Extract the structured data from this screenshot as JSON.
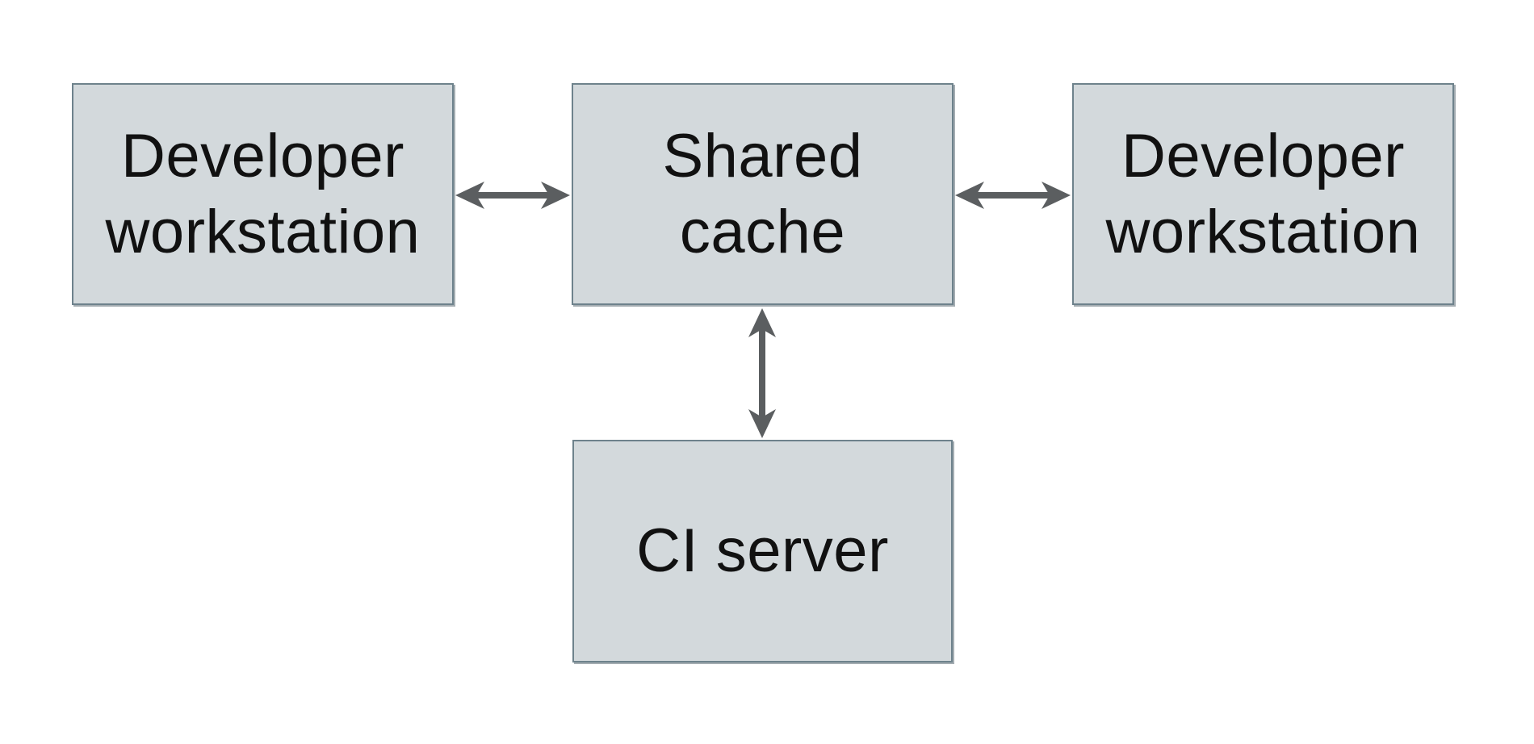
{
  "diagram": {
    "colors": {
      "background": "#ffffff",
      "node_fill": "#d3d9dc",
      "node_border": "#6e828c",
      "arrow": "#5b5e60",
      "text": "#111111"
    },
    "nodes": [
      {
        "id": "developer-workstation-left",
        "label": "Developer workstation",
        "lines": [
          "Developer",
          "workstation"
        ]
      },
      {
        "id": "shared-cache",
        "label": "Shared cache",
        "lines": [
          "Shared",
          "cache"
        ]
      },
      {
        "id": "developer-workstation-right",
        "label": "Developer workstation",
        "lines": [
          "Developer",
          "workstation"
        ]
      },
      {
        "id": "ci-server",
        "label": "CI server",
        "lines": [
          "CI server"
        ]
      }
    ],
    "edges": [
      {
        "from": "developer-workstation-left",
        "to": "shared-cache",
        "direction": "bidirectional"
      },
      {
        "from": "shared-cache",
        "to": "developer-workstation-right",
        "direction": "bidirectional"
      },
      {
        "from": "shared-cache",
        "to": "ci-server",
        "direction": "bidirectional"
      }
    ]
  }
}
